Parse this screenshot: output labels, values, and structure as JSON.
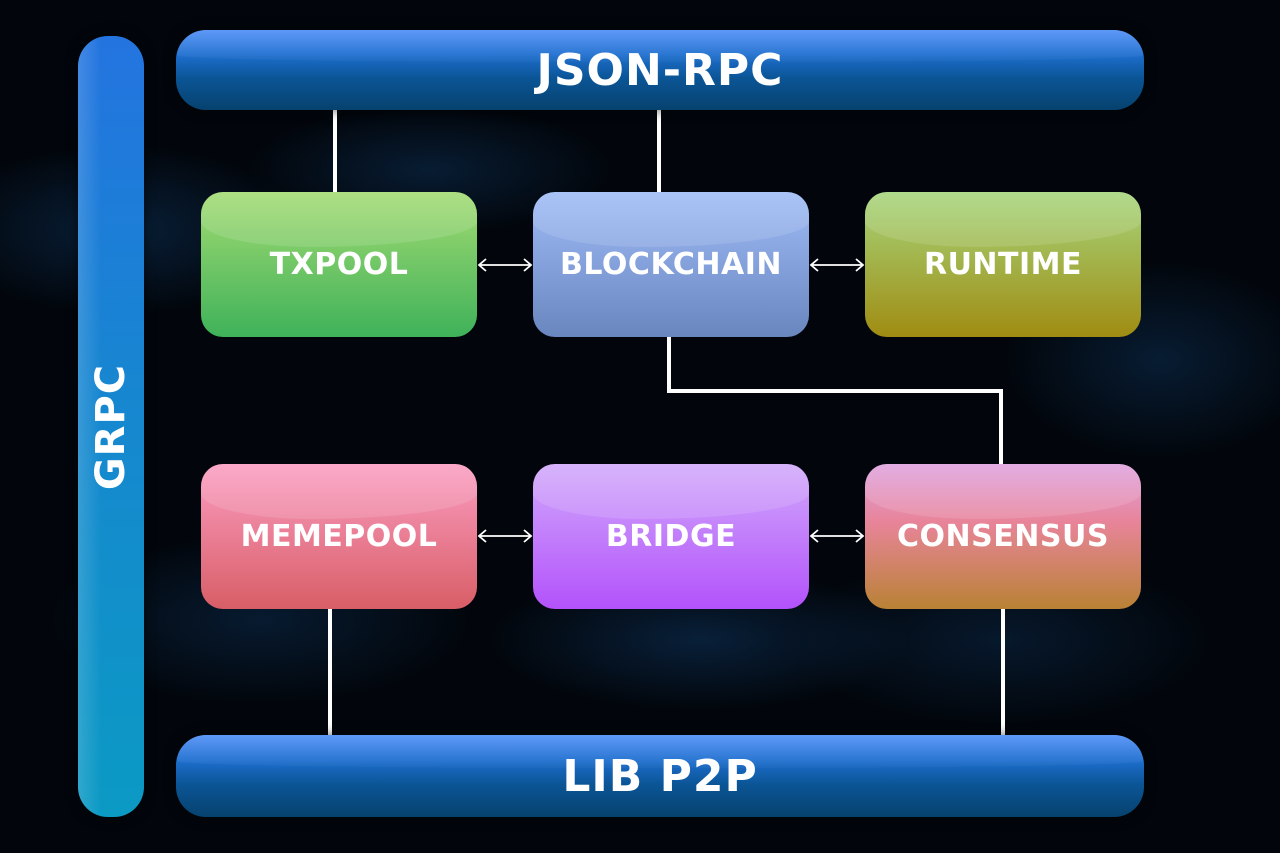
{
  "diagram": {
    "top_bar": {
      "label": "JSON-RPC"
    },
    "bottom_bar": {
      "label": "LIB P2P"
    },
    "side_bar": {
      "label": "GRPC"
    },
    "nodes": [
      {
        "id": "txpool",
        "label": "TXPOOL",
        "color_top": "#a3db72",
        "color_bottom": "#3fb25a"
      },
      {
        "id": "blockchain",
        "label": "BLOCKCHAIN",
        "color_top": "#9fbcf7",
        "color_bottom": "#6a86bf"
      },
      {
        "id": "runtime",
        "label": "RUNTIME",
        "color_top": "#a5d67c",
        "color_bottom": "#a08c12"
      },
      {
        "id": "memepool",
        "label": "MEMEPOOL",
        "color_top": "#fb9dc2",
        "color_bottom": "#d85e66"
      },
      {
        "id": "bridge",
        "label": "BRIDGE",
        "color_top": "#d1a9fb",
        "color_bottom": "#b352fb"
      },
      {
        "id": "consensus",
        "label": "CONSENSUS",
        "color_top": "#dfa2df",
        "color_bottom": "#b98234"
      }
    ],
    "edges": [
      {
        "from": "JSON-RPC",
        "to": "TXPOOL",
        "type": "line"
      },
      {
        "from": "JSON-RPC",
        "to": "BLOCKCHAIN",
        "type": "line"
      },
      {
        "from": "TXPOOL",
        "to": "BLOCKCHAIN",
        "type": "bidirectional-arrow"
      },
      {
        "from": "BLOCKCHAIN",
        "to": "RUNTIME",
        "type": "bidirectional-arrow"
      },
      {
        "from": "BLOCKCHAIN",
        "to": "CONSENSUS",
        "type": "elbow-line"
      },
      {
        "from": "MEMEPOOL",
        "to": "BRIDGE",
        "type": "bidirectional-arrow"
      },
      {
        "from": "BRIDGE",
        "to": "CONSENSUS",
        "type": "bidirectional-arrow"
      },
      {
        "from": "MEMEPOOL",
        "to": "LIB P2P",
        "type": "line"
      },
      {
        "from": "CONSENSUS",
        "to": "LIB P2P",
        "type": "line"
      }
    ]
  }
}
